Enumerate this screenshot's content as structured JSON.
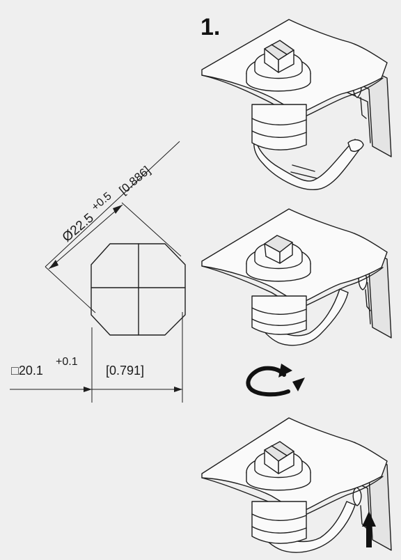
{
  "step": {
    "number": "1."
  },
  "diagonal_dimension": {
    "nominal": "Ø22.5",
    "tolerance": "+0.5",
    "inch": "[0.886]"
  },
  "square_dimension": {
    "nominal": "□20.1",
    "tolerance": "+0.1",
    "inch": "[0.791]"
  },
  "figures": [
    {
      "name": "latch-open-hooked"
    },
    {
      "name": "latch-rotating"
    },
    {
      "name": "latch-closed"
    }
  ],
  "icons": {
    "rotate": "rotate-arrow-icon",
    "push": "push-up-arrow-icon"
  },
  "colors": {
    "background": "#efefef",
    "line": "#1e1e1e"
  }
}
